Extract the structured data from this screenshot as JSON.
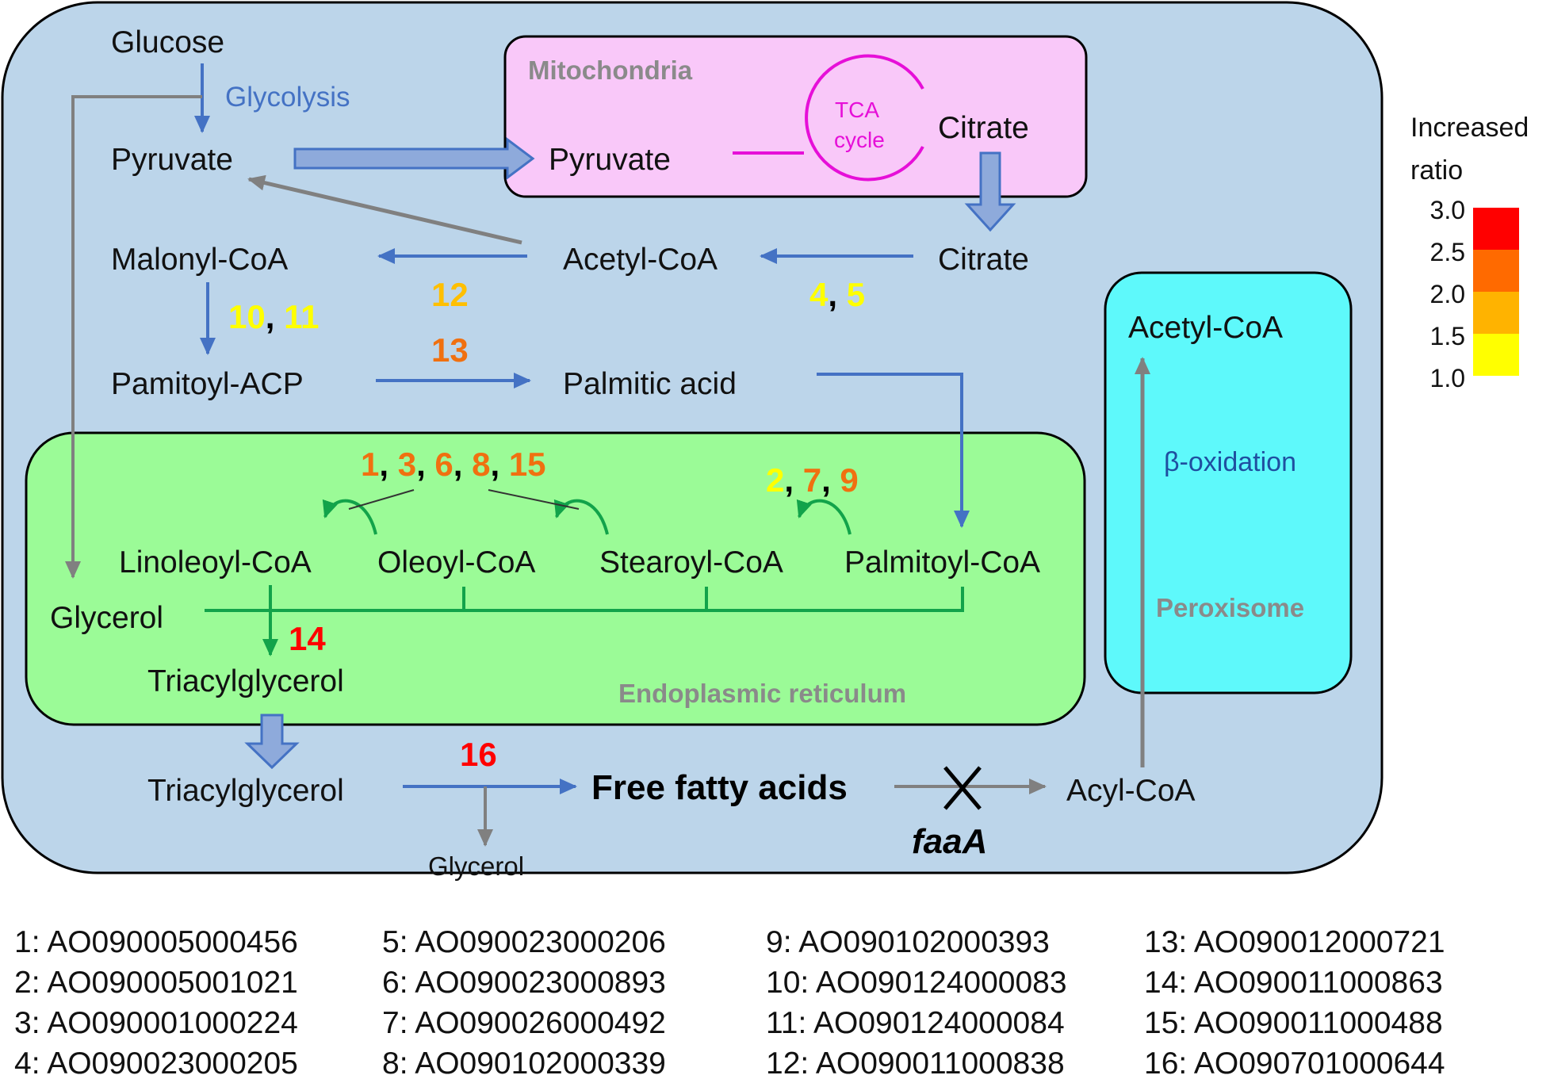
{
  "colors": {
    "cell_bg": "#bcd5ea",
    "mito_bg": "#f9c8f9",
    "er_bg": "#9bfb97",
    "perox_bg": "#5ef9fb",
    "blue_arrow": "#4472c4",
    "grey_arrow": "#808080",
    "green_arrow": "#12a34a",
    "tca": "#e60fd8",
    "yellow": "#ffff00",
    "orange_light": "#ffbf00",
    "orange": "#f07010",
    "red": "#ff0000",
    "legend_scale": [
      "#ff0000",
      "#ff6a00",
      "#ffb300",
      "#ffff00"
    ]
  },
  "compartments": {
    "mitochondria": "Mitochondria",
    "endoplasmic_reticulum": "Endoplasmic reticulum",
    "peroxisome": "Peroxisome",
    "tca": [
      "TCA",
      "cycle"
    ],
    "beta_oxidation": "β-oxidation"
  },
  "metabolites": {
    "glucose": "Glucose",
    "glycolysis": "Glycolysis",
    "pyruvate_cyto": "Pyruvate",
    "pyruvate_mito": "Pyruvate",
    "citrate_mito": "Citrate",
    "citrate_cyto": "Citrate",
    "malonyl_coa": "Malonyl-CoA",
    "acetyl_coa": "Acetyl-CoA",
    "pamitoyl_acp": "Pamitoyl-ACP",
    "palmitic_acid": "Palmitic acid",
    "linoleoyl_coa": "Linoleoyl-CoA",
    "oleoyl_coa": "Oleoyl-CoA",
    "stearoyl_coa": "Stearoyl-CoA",
    "palmitoyl_coa": "Palmitoyl-CoA",
    "glycerol_er": "Glycerol",
    "triacylglycerol_er": "Triacylglycerol",
    "triacylglycerol_cyto": "Triacylglycerol",
    "free_fatty_acids": "Free fatty acids",
    "acyl_coa": "Acyl-CoA",
    "glycerol_out": "Glycerol",
    "acetyl_coa_perox": "Acetyl-CoA",
    "knockout_gene": "faaA",
    "knockout_mark": "X"
  },
  "gene_labels": {
    "g10_11": [
      {
        "t": "10",
        "c": "yellow"
      },
      {
        "t": ", ",
        "c": "black"
      },
      {
        "t": "11",
        "c": "yellow"
      }
    ],
    "g12": [
      {
        "t": "12",
        "c": "orange_light"
      }
    ],
    "g4_5": [
      {
        "t": "4",
        "c": "yellow"
      },
      {
        "t": ", ",
        "c": "black"
      },
      {
        "t": "5",
        "c": "yellow"
      }
    ],
    "g13": [
      {
        "t": "13",
        "c": "orange"
      }
    ],
    "g1_15": [
      {
        "t": "1",
        "c": "orange"
      },
      {
        "t": ", ",
        "c": "black"
      },
      {
        "t": "3",
        "c": "orange"
      },
      {
        "t": ", ",
        "c": "black"
      },
      {
        "t": "6",
        "c": "orange"
      },
      {
        "t": ", ",
        "c": "black"
      },
      {
        "t": "8",
        "c": "orange"
      },
      {
        "t": ", ",
        "c": "black"
      },
      {
        "t": "15",
        "c": "orange"
      }
    ],
    "g2_9": [
      {
        "t": "2",
        "c": "yellow"
      },
      {
        "t": ", ",
        "c": "black"
      },
      {
        "t": "7",
        "c": "orange"
      },
      {
        "t": ", ",
        "c": "black"
      },
      {
        "t": "9",
        "c": "orange"
      }
    ],
    "g14": [
      {
        "t": "14",
        "c": "red"
      }
    ],
    "g16": [
      {
        "t": "16",
        "c": "red"
      }
    ]
  },
  "legend": {
    "title_line1": "Increased",
    "title_line2": "ratio",
    "ticks": [
      "3.0",
      "2.5",
      "2.0",
      "1.5",
      "1.0"
    ]
  },
  "gene_ids": [
    [
      "1: AO090005000456",
      "2: AO090005001021",
      "3: AO090001000224",
      "4: AO090023000205"
    ],
    [
      "5: AO090023000206",
      "6: AO090023000893",
      "7: AO090026000492",
      "8: AO090102000339"
    ],
    [
      "9: AO090102000393",
      "10: AO090124000083",
      "11: AO090124000084",
      "12: AO090011000838"
    ],
    [
      "13: AO090012000721",
      "14: AO090011000863",
      "15: AO090011000488",
      "16: AO090701000644"
    ]
  ]
}
